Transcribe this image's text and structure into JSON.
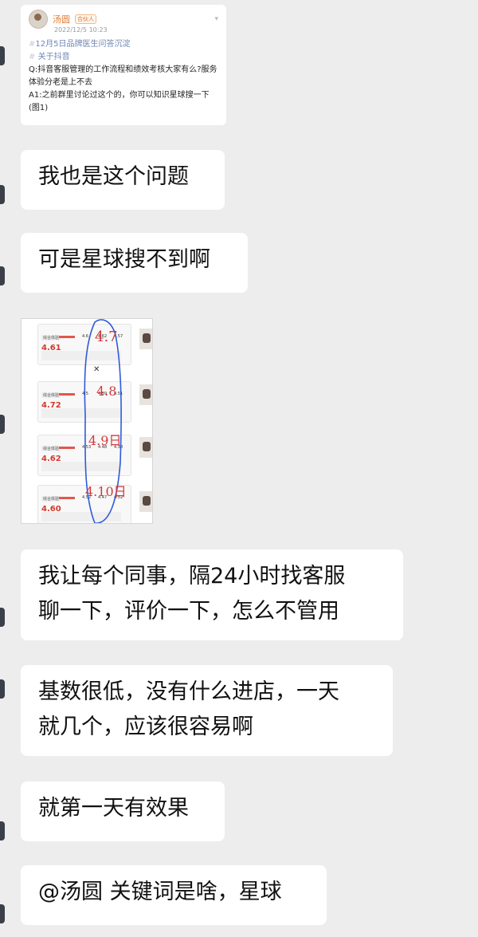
{
  "quote_card": {
    "author": "汤圆",
    "badge": "合伙人",
    "time": "2022/12/5 10:23",
    "hashtags": [
      "12月5日品牌医生问答沉淀",
      "关于抖音"
    ],
    "question": "Q:抖音客服管理的工作流程和绩效考核大家有么?服务体验分老是上不去",
    "answer": "A1:之前群里讨论过这个的，你可以知识星球搜一下 (图1)"
  },
  "image_message": {
    "panels": [
      {
        "label": "综合体验",
        "score": "4.61",
        "s1": "4.6",
        "s2": "4.62",
        "s3": "4.57"
      },
      {
        "label": "综合体验",
        "score": "4.72",
        "s1": "4.5",
        "s2": "4.89",
        "s3": "4.51"
      },
      {
        "label": "综合体验",
        "score": "4.62",
        "s1": "4.53",
        "s2": "4.48",
        "s3": "4.38"
      },
      {
        "label": "综合体验",
        "score": "4.60",
        "s1": "4.52",
        "s2": "4.47",
        "s3": "4.52"
      }
    ],
    "handwriting": [
      "4.7",
      "4.8",
      "4.9日",
      "4.10日"
    ]
  },
  "messages": [
    {
      "text": "我也是这个问题"
    },
    {
      "text": "可是星球搜不到啊"
    },
    {
      "text": "我让每个同事，隔24小时找客服\n聊一下，评价一下，怎么不管用"
    },
    {
      "text": "基数很低，没有什么进店，一天\n就几个，应该很容易啊"
    },
    {
      "text": "就第一天有效果"
    },
    {
      "text": "@汤圆 关键词是啥，星球"
    }
  ]
}
